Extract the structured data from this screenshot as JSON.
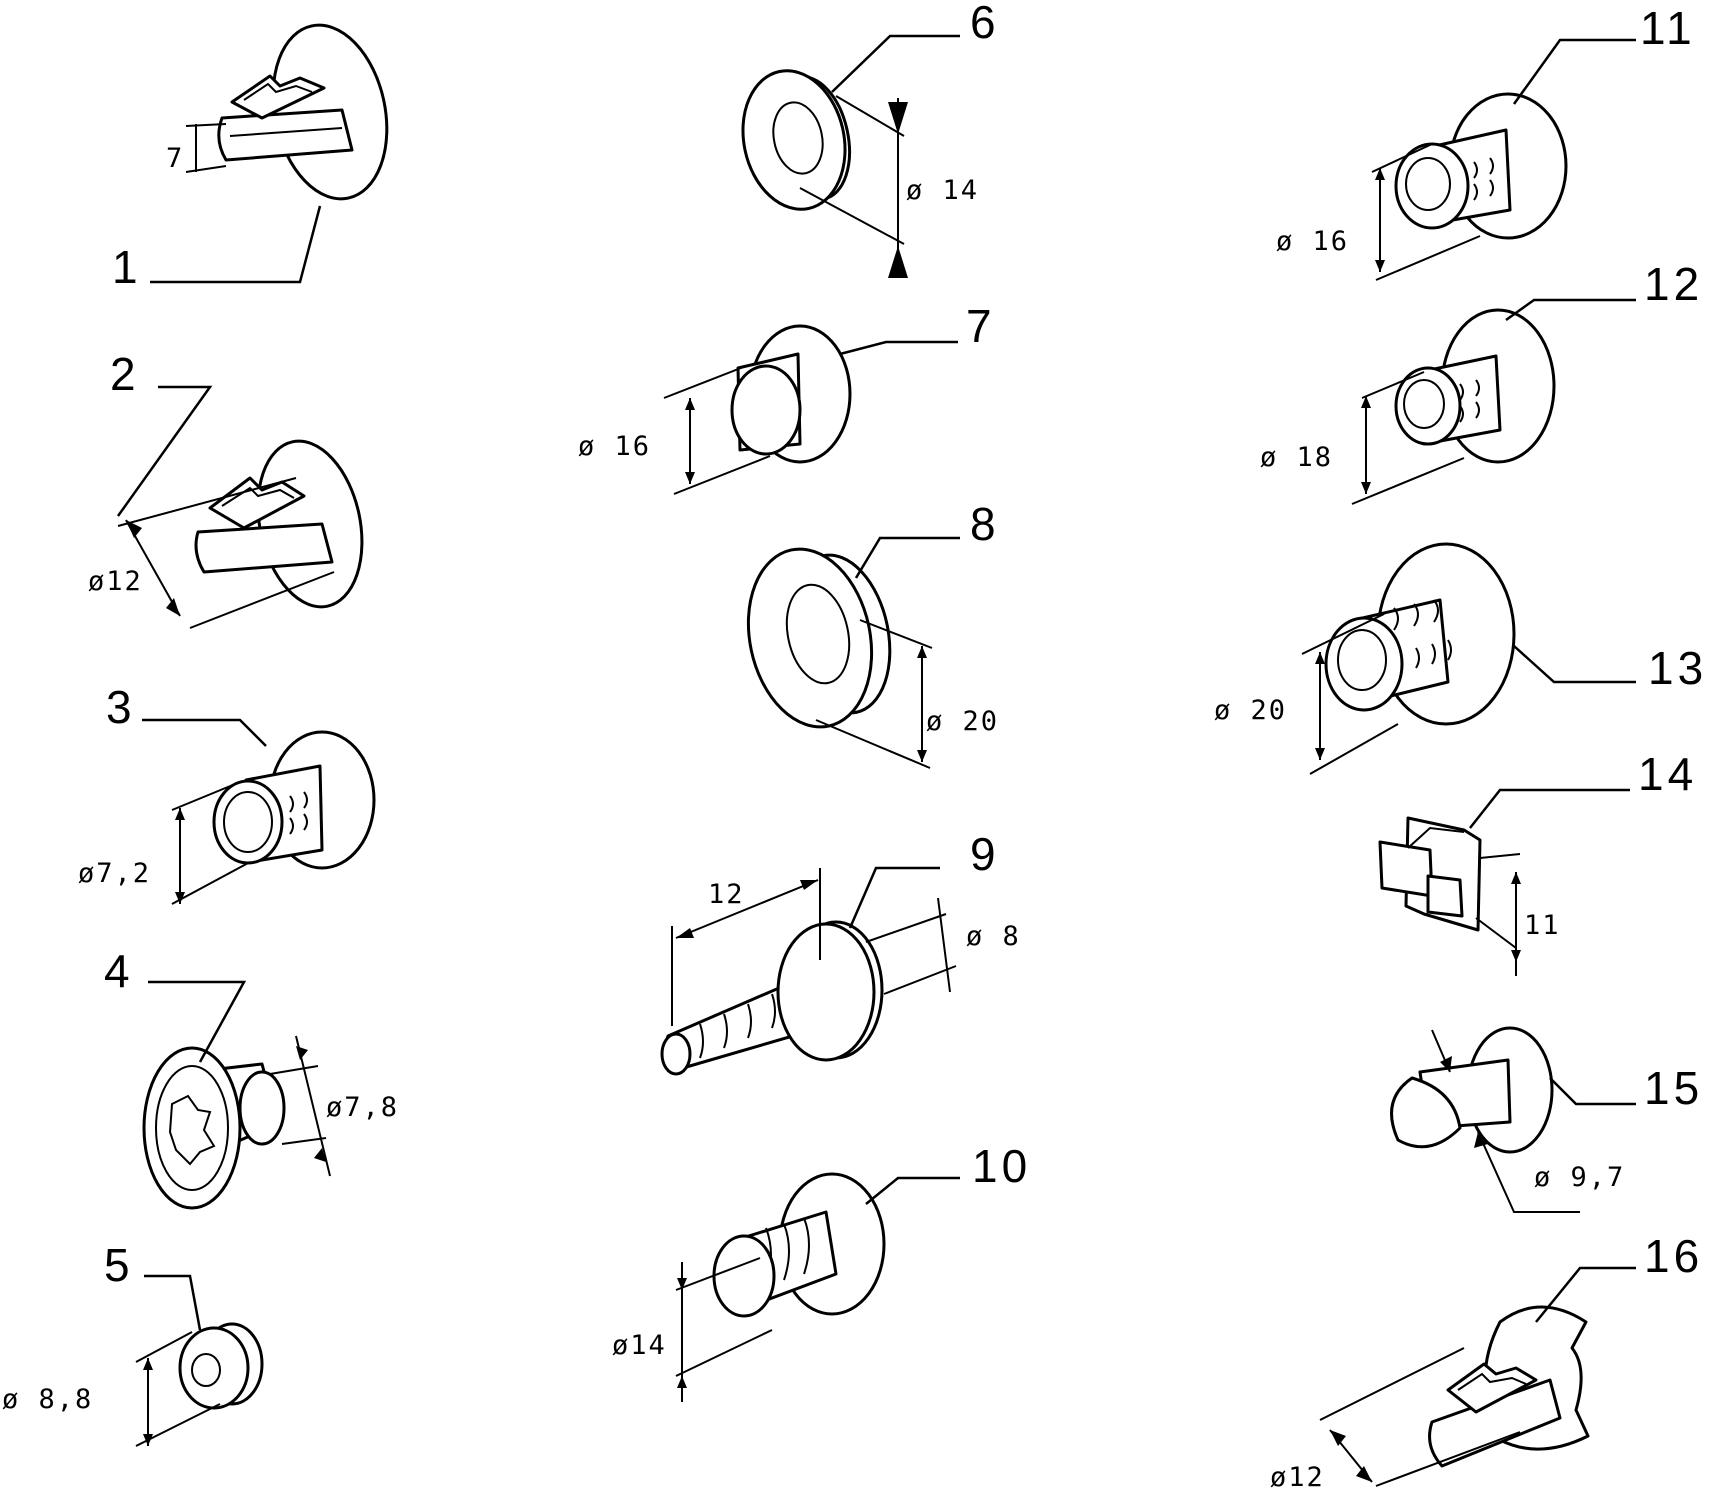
{
  "parts": [
    {
      "number": "1",
      "dimension": "7"
    },
    {
      "number": "2",
      "dimension": "ø12"
    },
    {
      "number": "3",
      "dimension": "ø7,2"
    },
    {
      "number": "4",
      "dimension": "ø7,8"
    },
    {
      "number": "5",
      "dimension": "ø 8,8"
    },
    {
      "number": "6",
      "dimension": "ø 14"
    },
    {
      "number": "7",
      "dimension": "ø 16"
    },
    {
      "number": "8",
      "dimension": "ø 20"
    },
    {
      "number": "9",
      "dimension": "ø 8",
      "length": "12"
    },
    {
      "number": "10",
      "dimension": "ø14"
    },
    {
      "number": "11",
      "dimension": "ø 16"
    },
    {
      "number": "12",
      "dimension": "ø 18"
    },
    {
      "number": "13",
      "dimension": "ø 20"
    },
    {
      "number": "14",
      "dimension": "11"
    },
    {
      "number": "15",
      "dimension": "ø 9,7"
    },
    {
      "number": "16",
      "dimension": "ø12"
    }
  ]
}
